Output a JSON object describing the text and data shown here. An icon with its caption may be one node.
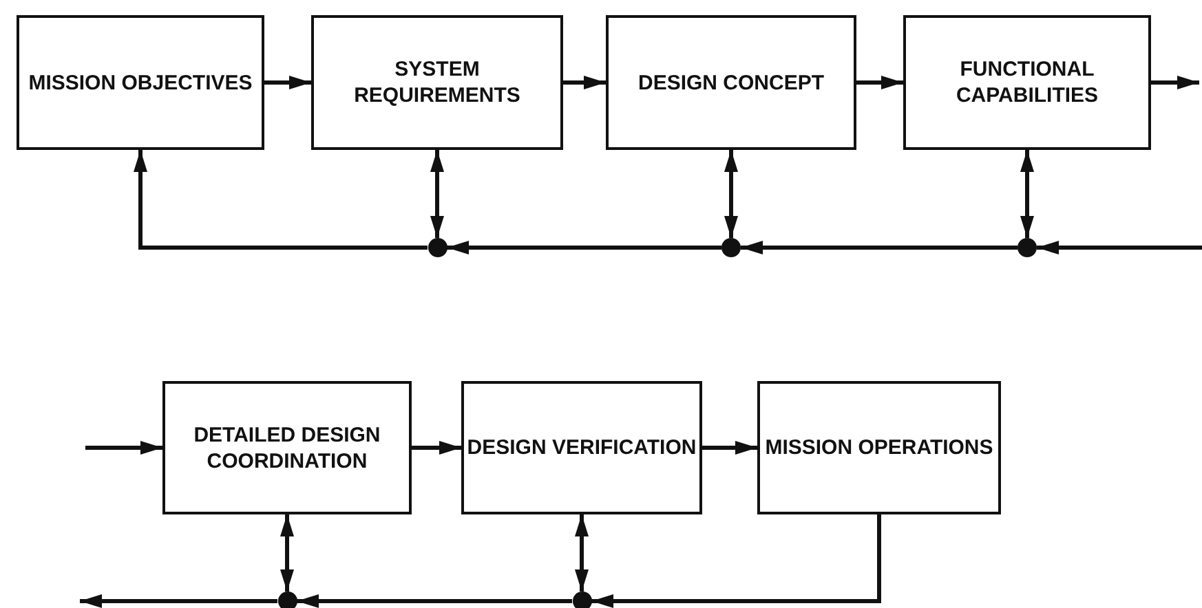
{
  "diagram": {
    "nodes": [
      {
        "text": [
          "MISSION OBJECTIVES"
        ]
      },
      {
        "text": [
          "SYSTEM REQUIREMENTS"
        ]
      },
      {
        "text": [
          "DESIGN CONCEPT"
        ]
      },
      {
        "text": [
          "FUNCTIONAL CAPABILITIES"
        ]
      },
      {
        "text": [],
        "shape": "circle"
      },
      {
        "text": [],
        "shape": "circle"
      },
      {
        "text": [],
        "shape": "circle"
      },
      {
        "text": [
          "DETAILED DESIGN COORDINATION"
        ]
      },
      {
        "text": [
          "DESIGN VERIFICATION"
        ]
      },
      {
        "text": [
          "MISSION OPERATIONS"
        ]
      },
      {
        "text": [],
        "shape": "circle"
      },
      {
        "text": [],
        "shape": "circle"
      }
    ],
    "edges": [
      {
        "from": 0,
        "to": 1,
        "arrow": "to"
      },
      {
        "from": 1,
        "to": 2,
        "arrow": "to"
      },
      {
        "from": 2,
        "to": 3,
        "arrow": "to"
      },
      {
        "from": 3,
        "to": null,
        "arrow": "to"
      },
      {
        "from": null,
        "to": 6,
        "arrow": "to"
      },
      {
        "from": 6,
        "to": 5,
        "arrow": "to"
      },
      {
        "from": 5,
        "to": 4,
        "arrow": "to"
      },
      {
        "from": 4,
        "to": 0,
        "arrow": "to"
      },
      {
        "from": 1,
        "to": 4,
        "arrow": "both"
      },
      {
        "from": 2,
        "to": 5,
        "arrow": "both"
      },
      {
        "from": 3,
        "to": 6,
        "arrow": "both"
      },
      {
        "from": null,
        "to": 7,
        "arrow": "to"
      },
      {
        "from": 7,
        "to": 8,
        "arrow": "to"
      },
      {
        "from": 8,
        "to": 9,
        "arrow": "to"
      },
      {
        "from": 9,
        "to": 11,
        "arrow": "to"
      },
      {
        "from": 11,
        "to": 10,
        "arrow": "to"
      },
      {
        "from": 10,
        "to": null,
        "arrow": "to"
      },
      {
        "from": 7,
        "to": 10,
        "arrow": "both"
      },
      {
        "from": 8,
        "to": 11,
        "arrow": "both"
      }
    ]
  }
}
